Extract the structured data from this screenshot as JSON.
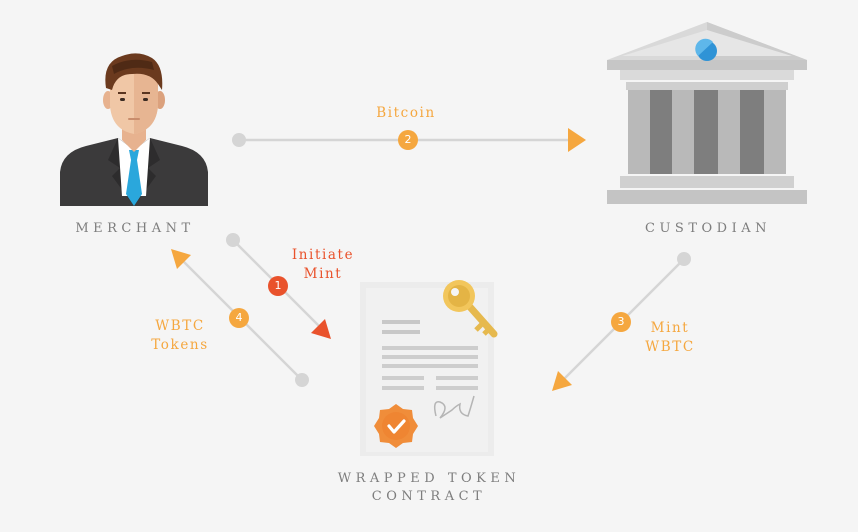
{
  "colors": {
    "background": "#f5f5f5",
    "connector": "#d5d5d5",
    "accent_orange": "#f5a73f",
    "accent_red": "#e9522c",
    "caption_gray": "#7d7d7d"
  },
  "actors": {
    "merchant": {
      "label": "MERCHANT",
      "icon": "merchant-person-icon"
    },
    "custodian": {
      "label": "CUSTODIAN",
      "icon": "bank-building-icon"
    },
    "contract": {
      "label_line1": "WRAPPED TOKEN",
      "label_line2": "CONTRACT",
      "icon": "signed-contract-document-icon"
    }
  },
  "steps": [
    {
      "number": "1",
      "line1": "Initiate",
      "line2": "Mint",
      "color": "#e9522c"
    },
    {
      "number": "2",
      "line1": "Bitcoin",
      "line2": "",
      "color": "#f5a73f"
    },
    {
      "number": "3",
      "line1": "Mint",
      "line2": "WBTC",
      "color": "#f5a73f"
    },
    {
      "number": "4",
      "line1": "WBTC",
      "line2": "Tokens",
      "color": "#f5a73f"
    }
  ]
}
